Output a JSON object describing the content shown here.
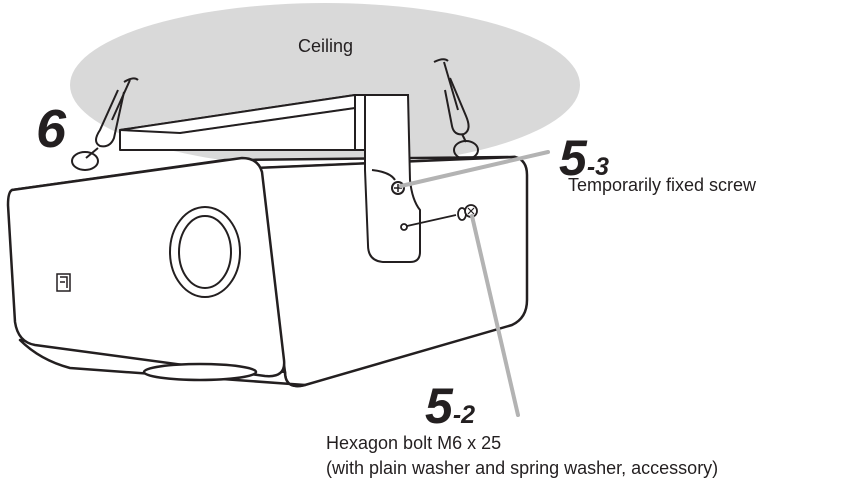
{
  "labels": {
    "ceiling": "Ceiling",
    "step_wire": "6",
    "step_temp_main": "5",
    "step_temp_sub": "-3",
    "temp_screw": "Temporarily fixed screw",
    "step_bolt_main": "5",
    "step_bolt_sub": "-2",
    "bolt_line1": "Hexagon bolt M6 x 25",
    "bolt_line2": "(with plain washer and spring washer, accessory)"
  },
  "colors": {
    "line": "#231f20",
    "ceiling_fill": "#d9d9d9",
    "leader": "#b3b3b3",
    "body": "#ffffff"
  }
}
